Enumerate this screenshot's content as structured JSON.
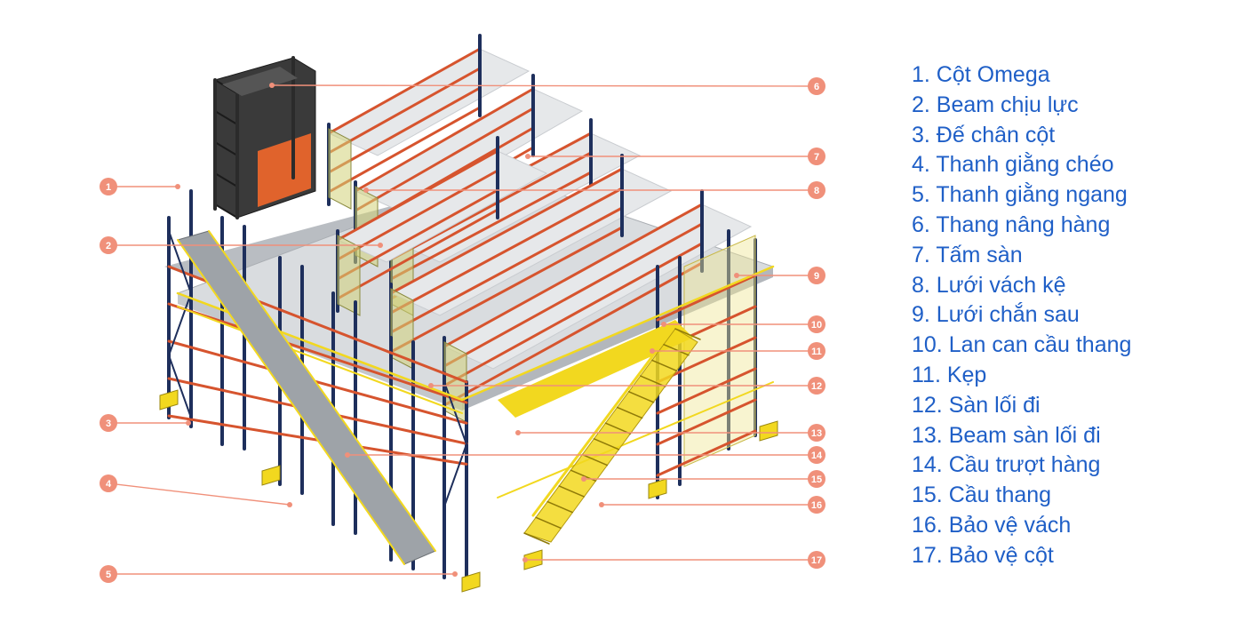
{
  "colors": {
    "upright": "#1e2f5c",
    "beam": "#d6542e",
    "deck": "#d9dcdf",
    "deck_dark": "#b9bdc2",
    "safety": "#f2d81f",
    "lift_frame": "#2b2b2b",
    "lift_door": "#e0632c",
    "marker": "#f0907a",
    "leader": "#f0907a",
    "legend_text": "#1f5fc7"
  },
  "markers": [
    "1",
    "2",
    "3",
    "4",
    "5",
    "6",
    "7",
    "8",
    "9",
    "10",
    "11",
    "12",
    "13",
    "14",
    "15",
    "16",
    "17"
  ],
  "legend": [
    "1. Cột Omega",
    "2. Beam chịu lực",
    "3. Đế chân cột",
    "4. Thanh giằng chéo",
    "5. Thanh giằng ngang",
    "6. Thang nâng hàng",
    "7. Tấm sàn",
    "8. Lưới vách kệ",
    "9. Lưới chắn sau",
    "10. Lan can cầu thang",
    "11. Kẹp",
    "12. Sàn lối đi",
    "13. Beam sàn lối đi",
    "14. Cầu trượt hàng",
    "15. Cầu thang",
    "16. Bảo vệ vách",
    "17. Bảo vệ cột"
  ],
  "icons": {
    "marker": "numbered-callout-icon",
    "structure": "mezzanine-racking-illustration"
  }
}
